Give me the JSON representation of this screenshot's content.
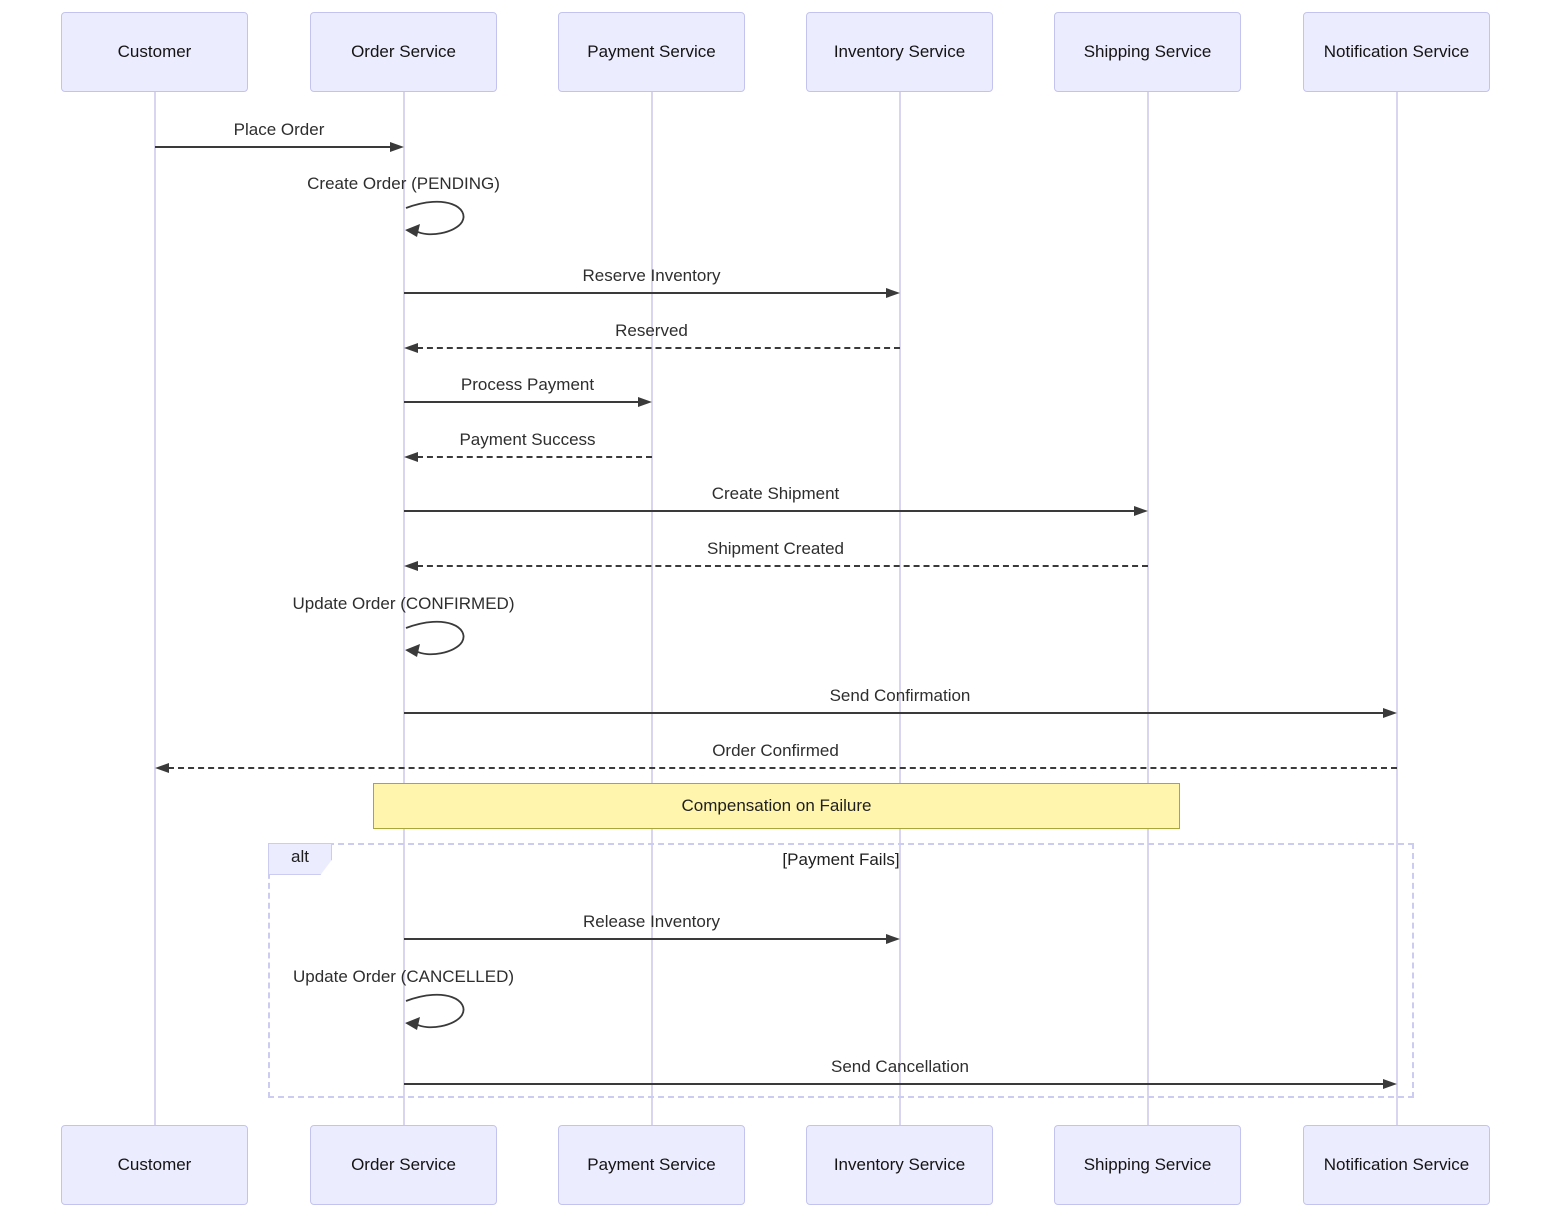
{
  "diagram": {
    "participants": [
      {
        "id": "customer",
        "label": "Customer"
      },
      {
        "id": "order",
        "label": "Order Service"
      },
      {
        "id": "payment",
        "label": "Payment Service"
      },
      {
        "id": "inventory",
        "label": "Inventory Service"
      },
      {
        "id": "shipping",
        "label": "Shipping Service"
      },
      {
        "id": "notification",
        "label": "Notification Service"
      }
    ],
    "messages": [
      {
        "from": "customer",
        "to": "order",
        "label": "Place Order",
        "style": "solid"
      },
      {
        "from": "order",
        "to": "order",
        "label": "Create Order (PENDING)",
        "style": "self"
      },
      {
        "from": "order",
        "to": "inventory",
        "label": "Reserve Inventory",
        "style": "solid"
      },
      {
        "from": "inventory",
        "to": "order",
        "label": "Reserved",
        "style": "dashed"
      },
      {
        "from": "order",
        "to": "payment",
        "label": "Process Payment",
        "style": "solid"
      },
      {
        "from": "payment",
        "to": "order",
        "label": "Payment Success",
        "style": "dashed"
      },
      {
        "from": "order",
        "to": "shipping",
        "label": "Create Shipment",
        "style": "solid"
      },
      {
        "from": "shipping",
        "to": "order",
        "label": "Shipment Created",
        "style": "dashed"
      },
      {
        "from": "order",
        "to": "order",
        "label": "Update Order (CONFIRMED)",
        "style": "self"
      },
      {
        "from": "order",
        "to": "notification",
        "label": "Send Confirmation",
        "style": "solid"
      },
      {
        "from": "notification",
        "to": "customer",
        "label": "Order Confirmed",
        "style": "dashed"
      },
      {
        "from": "order",
        "to": "inventory",
        "label": "Release Inventory",
        "style": "solid"
      },
      {
        "from": "order",
        "to": "order",
        "label": "Update Order (CANCELLED)",
        "style": "self"
      },
      {
        "from": "order",
        "to": "notification",
        "label": "Send Cancellation",
        "style": "solid"
      }
    ],
    "note": {
      "label": "Compensation on Failure"
    },
    "alt": {
      "label": "alt",
      "condition": "[Payment Fails]"
    },
    "colors": {
      "participant_fill": "#ECECFF",
      "participant_border": "#c3c3ef",
      "note_fill": "#fff5ad",
      "note_border": "#a8a839",
      "frame_border": "#ccccf2",
      "arrow_line": "#3a3a3a",
      "lifeline": "#d9d4ef"
    }
  }
}
